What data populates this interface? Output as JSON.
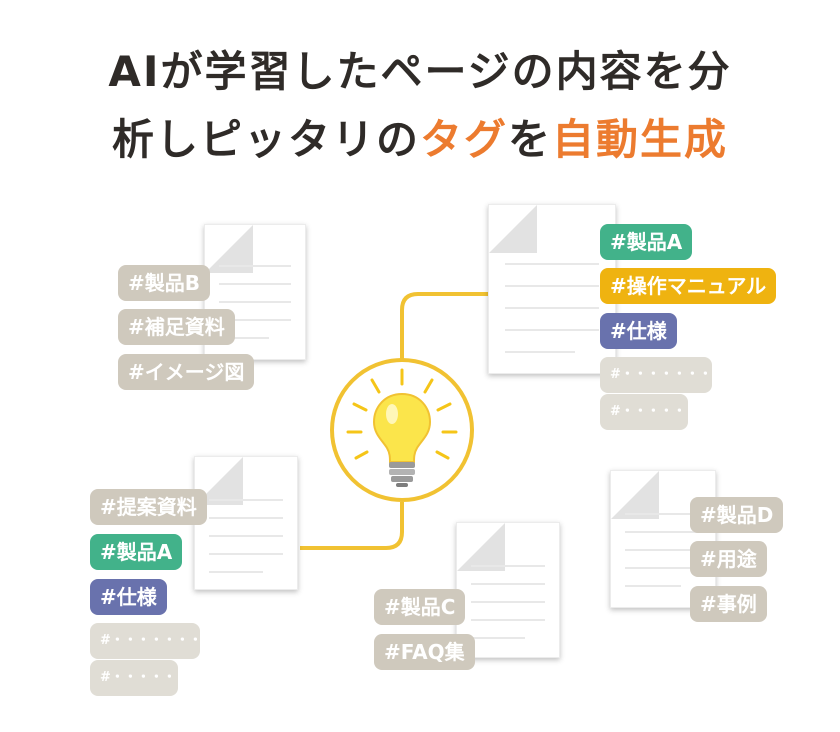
{
  "headline": {
    "line1": "AIが学習したページの内容を分",
    "line2_prefix": "析しピッタリの",
    "line2_accent1": "タグ",
    "line2_mid": "を",
    "line2_accent2": "自動生成"
  },
  "colors": {
    "accent_orange": "#ec7b2f",
    "connector_yellow": "#f1c232",
    "tag_gray": "#cfc9bd",
    "tag_teal": "#42b28a",
    "tag_yellow": "#efb310",
    "tag_purple": "#6972ad"
  },
  "center": {
    "icon": "lightbulb-icon"
  },
  "groups": {
    "top_left": {
      "tags": [
        "#製品B",
        "#補足資料",
        "#イメージ図"
      ]
    },
    "top_right": {
      "tags": [
        "#製品A",
        "#操作マニュアル",
        "#仕様",
        "#・・・・・・・",
        "#・・・・・"
      ]
    },
    "bottom_left": {
      "tags": [
        "#提案資料",
        "#製品A",
        "#仕様",
        "#・・・・・・・",
        "#・・・・・"
      ]
    },
    "bottom_center": {
      "tags": [
        "#製品C",
        "#FAQ集"
      ]
    },
    "bottom_right": {
      "tags": [
        "#製品D",
        "#用途",
        "#事例"
      ]
    }
  }
}
